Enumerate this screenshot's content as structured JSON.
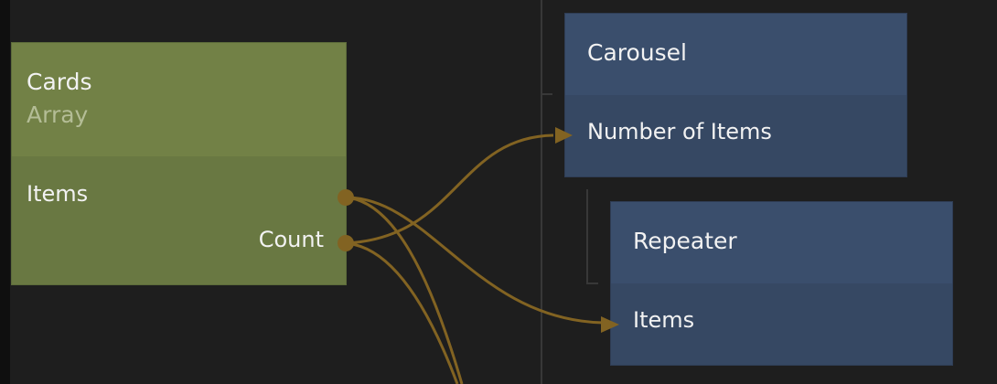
{
  "colors": {
    "wire": "#826322",
    "cards_node": "#728146",
    "component_node": "#3a4e6c",
    "background": "#1e1e1e"
  },
  "nodes": {
    "cards": {
      "title": "Cards",
      "type": "Array",
      "outputs": [
        "Items",
        "Count"
      ]
    },
    "carousel": {
      "title": "Carousel",
      "inputs": [
        "Number of Items"
      ]
    },
    "repeater": {
      "title": "Repeater",
      "inputs": [
        "Items"
      ]
    }
  }
}
